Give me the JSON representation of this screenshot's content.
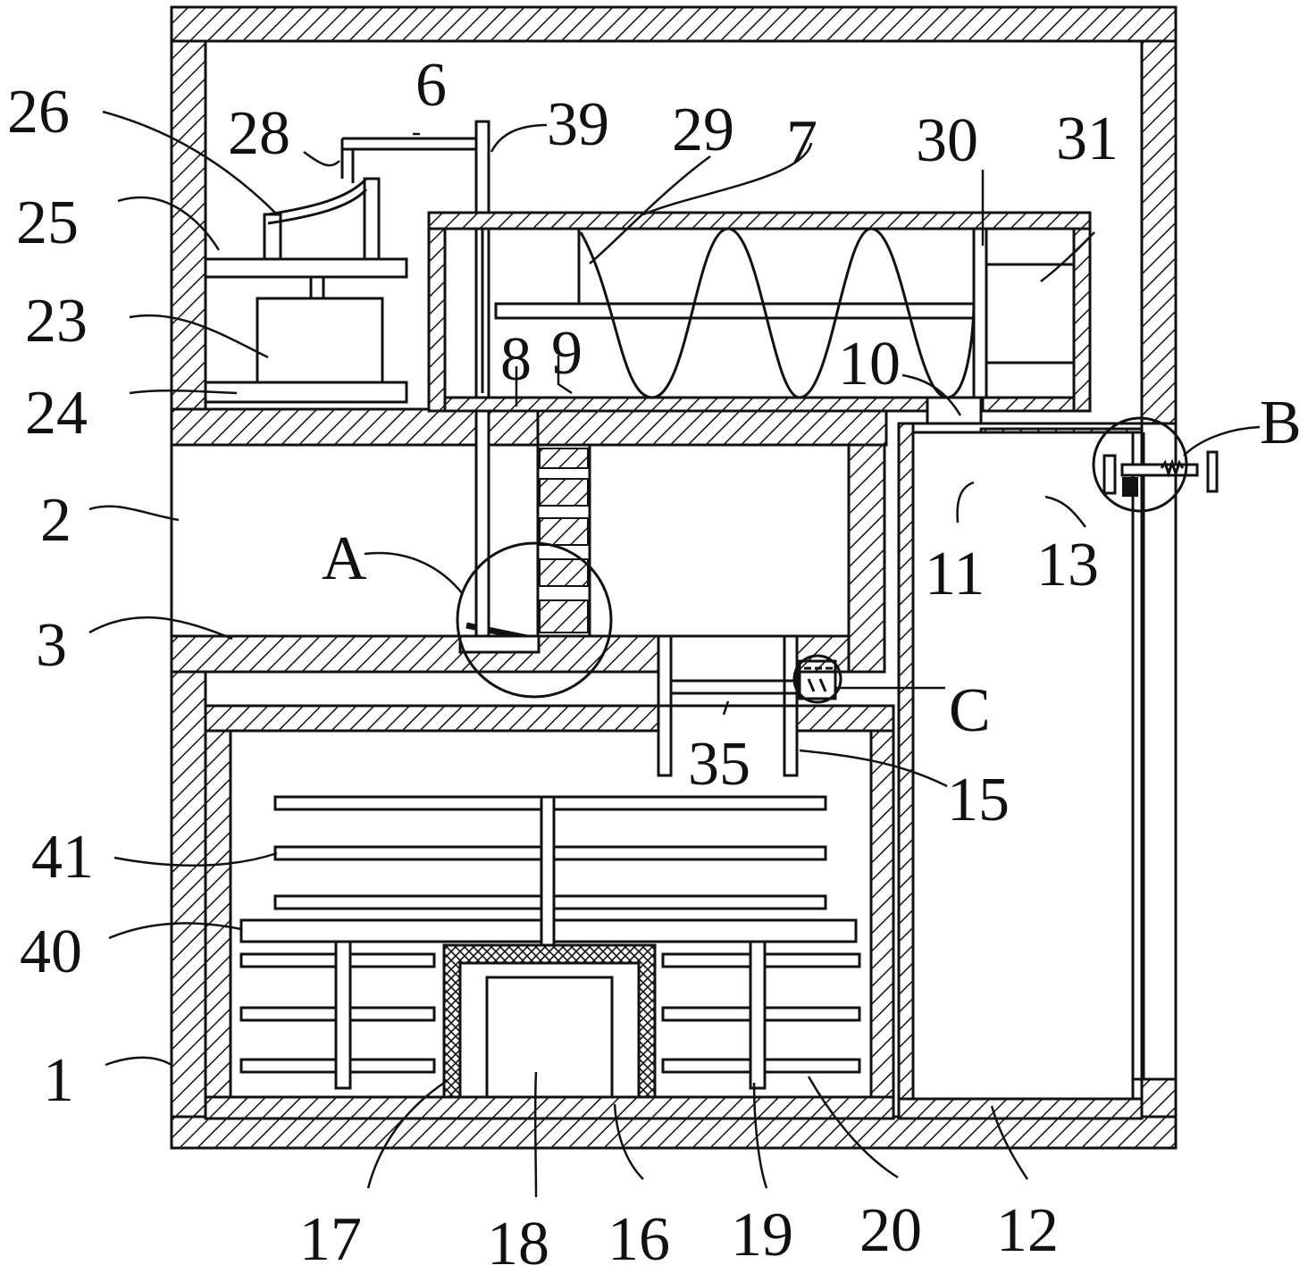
{
  "labels": {
    "l1": "1",
    "l2": "2",
    "l3": "3",
    "l6": "6",
    "l7": "7",
    "l8": "8",
    "l9": "9",
    "l10": "10",
    "l11": "11",
    "l12": "12",
    "l13": "13",
    "l15": "15",
    "l16": "16",
    "l17": "17",
    "l18": "18",
    "l19": "19",
    "l20": "20",
    "l23": "23",
    "l24": "24",
    "l25": "25",
    "l26": "26",
    "l28": "28",
    "l29": "29",
    "l30": "30",
    "l31": "31",
    "l35": "35",
    "l39": "39",
    "l40": "40",
    "l41": "41",
    "lA": "A",
    "lB": "B",
    "lC": "C"
  }
}
